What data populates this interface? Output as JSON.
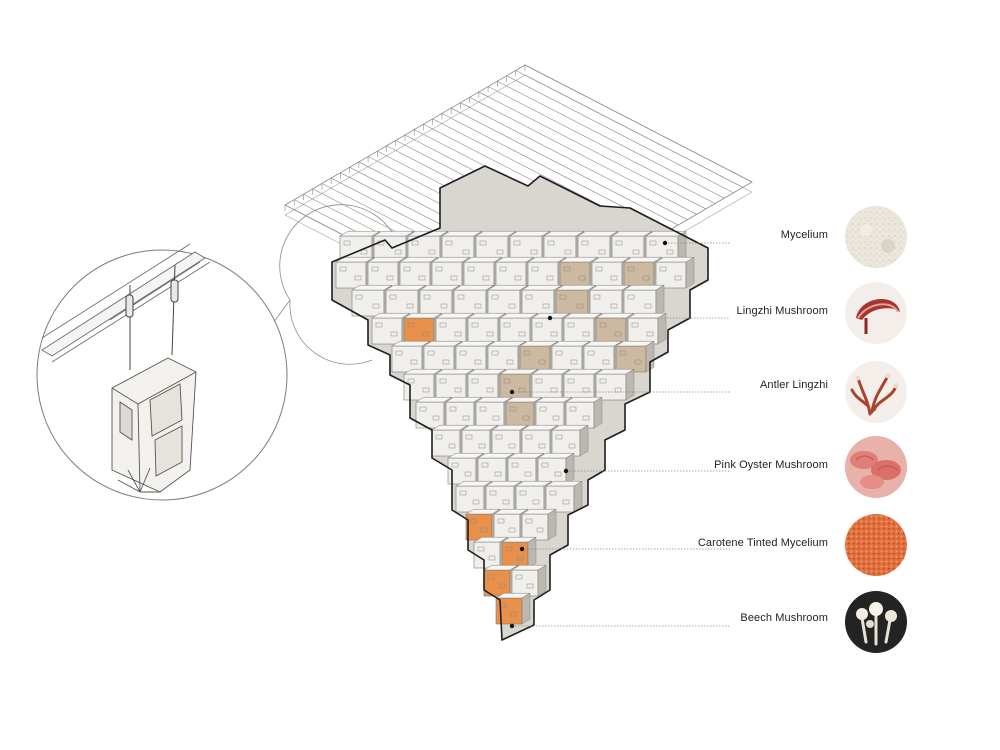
{
  "diagram": {
    "legend": [
      {
        "label": "Mycelium",
        "swatch": "#e6e2d8",
        "accent": "#cfc7b6"
      },
      {
        "label": "Lingzhi Mushroom",
        "swatch": "#c7504a",
        "accent": "#7a1f1c"
      },
      {
        "label": "Antler Lingzhi",
        "swatch": "#b6553a",
        "accent": "#e9c9b0"
      },
      {
        "label": "Pink Oyster Mushroom",
        "swatch": "#e39892",
        "accent": "#b85f5a"
      },
      {
        "label": "Carotene Tinted Mycelium",
        "swatch": "#e0703f",
        "accent": "#c4512a"
      },
      {
        "label": "Beech Mushroom",
        "swatch": "#2b2b2b",
        "accent": "#e9e4d8"
      }
    ],
    "colors": {
      "module_face": "#f0efec",
      "module_side": "#d9d6d0",
      "module_shadow": "#b8b3aa",
      "outline": "#1e1e1e",
      "line": "#7a7a7a",
      "orange_module": "#e9904a",
      "tan_module": "#cdb8a0",
      "leader": "#8a8a8a"
    }
  }
}
